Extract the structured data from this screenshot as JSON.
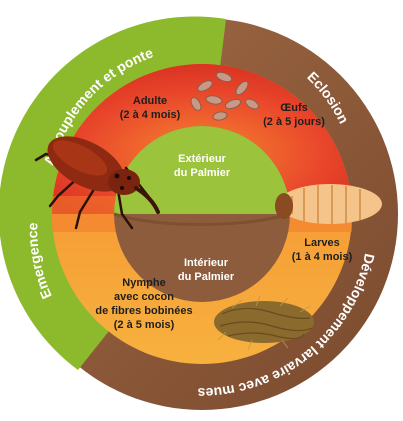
{
  "outer_ring": {
    "mating": "Accouplement et ponte",
    "hatching": "Eclosion",
    "larval_development": "Développement larvaire avec mues",
    "emergence": "Emergence"
  },
  "stages": {
    "adult": {
      "name": "Adulte",
      "duration": "(2 à 4 mois)"
    },
    "eggs": {
      "name": "Œufs",
      "duration": "(2 à 5 jours)"
    },
    "larvae": {
      "name": "Larves",
      "duration": "(1 à 4 mois)"
    },
    "pupa": {
      "line1": "Nymphe",
      "line2": "avec cocon",
      "line3": "de fibres bobinées",
      "duration": "(2 à 5 mois)"
    }
  },
  "center": {
    "outside_line1": "Extérieur",
    "outside_line2": "du Palmier",
    "inside_line1": "Intérieur",
    "inside_line2": "du Palmier"
  },
  "colors": {
    "green": "#8dba2c",
    "brown": "#8b5a3c",
    "red_orange": "#e8452b",
    "orange": "#f39a32",
    "center_green": "#9bc33c",
    "center_brown": "#8d5c3c"
  },
  "icons": [
    "weevil-adult-icon",
    "eggs-icon",
    "larva-icon",
    "cocoon-icon"
  ]
}
